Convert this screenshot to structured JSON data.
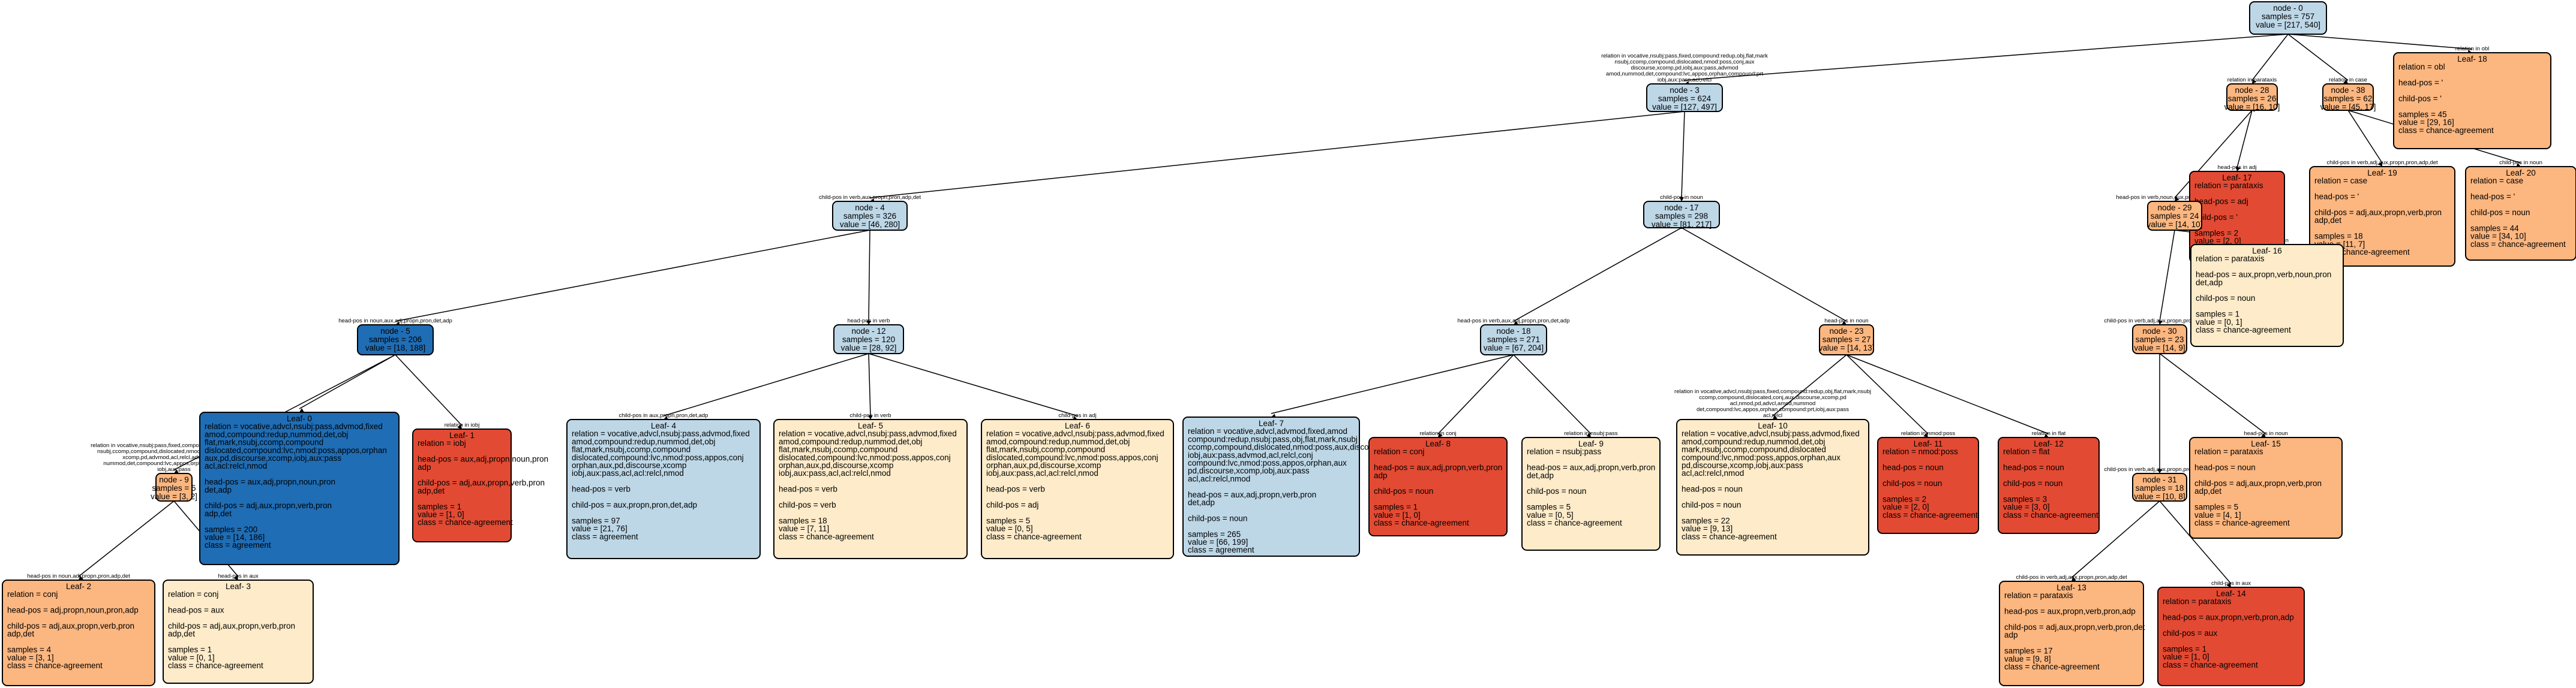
{
  "colors": {
    "agreement_dark": "#1f6db5",
    "agreement_light": "#bdd7e7",
    "chance_light": "#fdebc9",
    "chance_medium": "#fcb67f",
    "chance_dark": "#e34a33",
    "border": "#000000"
  },
  "nodes": [
    {
      "id": "n0",
      "color": "#bdd7e7",
      "lines": [
        "node - 0",
        "samples = 757",
        "value = [217, 540]"
      ]
    },
    {
      "id": "n3",
      "color": "#bdd7e7",
      "lines": [
        "node - 3",
        "samples = 624",
        "value = [127, 497]"
      ]
    },
    {
      "id": "n28",
      "color": "#fcb67f",
      "lines": [
        "node - 28",
        "samples = 26",
        "value = [16, 10]"
      ]
    },
    {
      "id": "n38",
      "color": "#fcb67f",
      "lines": [
        "node - 38",
        "samples = 62",
        "value = [45, 17]"
      ]
    },
    {
      "id": "l18",
      "color": "#fcb67f",
      "lines": [
        "Leaf- 18",
        "relation = obl",
        "",
        "head-pos = '",
        "",
        "child-pos = '",
        "",
        "samples = 45",
        "value = [29, 16]",
        "class = chance-agreement"
      ]
    },
    {
      "id": "n4",
      "color": "#bdd7e7",
      "lines": [
        "node - 4",
        "samples = 326",
        "value = [46, 280]"
      ]
    },
    {
      "id": "n17",
      "color": "#bdd7e7",
      "lines": [
        "node - 17",
        "samples = 298",
        "value = [81, 217]"
      ]
    },
    {
      "id": "l17",
      "color": "#e34a33",
      "lines": [
        "Leaf- 17",
        "relation = parataxis",
        "",
        "head-pos = adj",
        "",
        "child-pos = '",
        "",
        "samples = 2",
        "value = [2, 0]",
        "class = chance-agreement"
      ]
    },
    {
      "id": "n29",
      "color": "#fcb67f",
      "lines": [
        "node - 29",
        "samples = 24",
        "value = [14, 10]"
      ]
    },
    {
      "id": "l19",
      "color": "#fcb67f",
      "lines": [
        "Leaf- 19",
        "relation = case",
        "",
        "head-pos = '",
        "",
        "child-pos = adj,aux,propn,verb,pron",
        "adp,det",
        "",
        "samples = 18",
        "value = [11, 7]",
        "class = chance-agreement"
      ]
    },
    {
      "id": "l20",
      "color": "#fcb67f",
      "lines": [
        "Leaf- 20",
        "relation = case",
        "",
        "head-pos = '",
        "",
        "child-pos = noun",
        "",
        "samples = 44",
        "value = [34, 10]",
        "class = chance-agreement"
      ]
    },
    {
      "id": "n5",
      "color": "#1f6db5",
      "lines": [
        "node - 5",
        "samples = 206",
        "value = [18, 188]"
      ]
    },
    {
      "id": "n12",
      "color": "#bdd7e7",
      "lines": [
        "node - 12",
        "samples = 120",
        "value = [28, 92]"
      ]
    },
    {
      "id": "n18",
      "color": "#bdd7e7",
      "lines": [
        "node - 18",
        "samples = 271",
        "value = [67, 204]"
      ]
    },
    {
      "id": "n23",
      "color": "#fcb67f",
      "lines": [
        "node - 23",
        "samples = 27",
        "value = [14, 13]"
      ]
    },
    {
      "id": "n30",
      "color": "#fcb67f",
      "lines": [
        "node - 30",
        "samples = 23",
        "value = [14, 9]"
      ]
    },
    {
      "id": "l16",
      "color": "#fdebc9",
      "lines": [
        "Leaf- 16",
        "relation = parataxis",
        "",
        "head-pos = aux,propn,verb,noun,pron",
        "det,adp",
        "",
        "child-pos = noun",
        "",
        "samples = 1",
        "value = [0, 1]",
        "class = chance-agreement"
      ]
    },
    {
      "id": "n9",
      "color": "#fcb67f",
      "lines": [
        "node - 9",
        "samples = 5",
        "value = [3, 2]"
      ]
    },
    {
      "id": "l0",
      "color": "#1f6db5",
      "lines": [
        "Leaf- 0",
        "relation = vocative,advcl,nsubj:pass,advmod,fixed",
        "amod,compound:redup,nummod,det,obj",
        "flat,mark,nsubj,ccomp,compound",
        "dislocated,compound:lvc,nmod:poss,appos,orphan",
        "aux,pd,discourse,xcomp,iobj,aux:pass",
        "acl,acl:relcl,nmod",
        "",
        "head-pos = aux,adj,propn,noun,pron",
        "det,adp",
        "",
        "child-pos = adj,aux,propn,verb,pron",
        "adp,det",
        "",
        "samples = 200",
        "value = [14, 186]",
        "class = agreement"
      ]
    },
    {
      "id": "l1",
      "color": "#e34a33",
      "lines": [
        "Leaf- 1",
        "relation = iobj",
        "",
        "head-pos = aux,adj,propn,noun,pron",
        "adp",
        "",
        "child-pos = adj,aux,propn,verb,pron",
        "adp,det",
        "",
        "samples = 1",
        "value = [1, 0]",
        "class = chance-agreement"
      ]
    },
    {
      "id": "l4",
      "color": "#bdd7e7",
      "lines": [
        "Leaf- 4",
        "relation = vocative,advcl,nsubj:pass,advmod,fixed",
        "amod,compound:redup,nummod,det,obj",
        "flat,mark,nsubj,ccomp,compound",
        "dislocated,compound:lvc,nmod:poss,appos,conj",
        "orphan,aux,pd,discourse,xcomp",
        "iobj,aux:pass,acl,acl:relcl,nmod",
        "",
        "head-pos = verb",
        "",
        "child-pos = aux,propn,pron,det,adp",
        "",
        "samples = 97",
        "value = [21, 76]",
        "class = agreement"
      ]
    },
    {
      "id": "l5",
      "color": "#fdebc9",
      "lines": [
        "Leaf- 5",
        "relation = vocative,advcl,nsubj:pass,advmod,fixed",
        "amod,compound:redup,nummod,det,obj",
        "flat,mark,nsubj,ccomp,compound",
        "dislocated,compound:lvc,nmod:poss,appos,conj",
        "orphan,aux,pd,discourse,xcomp",
        "iobj,aux:pass,acl,acl:relcl,nmod",
        "",
        "head-pos = verb",
        "",
        "child-pos = verb",
        "",
        "samples = 18",
        "value = [7, 11]",
        "class = chance-agreement"
      ]
    },
    {
      "id": "l6",
      "color": "#fdebc9",
      "lines": [
        "Leaf- 6",
        "relation = vocative,advcl,nsubj:pass,advmod,fixed",
        "amod,compound:redup,nummod,det,obj",
        "flat,mark,nsubj,ccomp,compound",
        "dislocated,compound:lvc,nmod:poss,appos,conj",
        "orphan,aux,pd,discourse,xcomp",
        "iobj,aux:pass,acl,acl:relcl,nmod",
        "",
        "head-pos = verb",
        "",
        "child-pos = adj",
        "",
        "samples = 5",
        "value = [0, 5]",
        "class = chance-agreement"
      ]
    },
    {
      "id": "l7",
      "color": "#bdd7e7",
      "lines": [
        "Leaf- 7",
        "relation = vocative,advcl,advmod,fixed,amod",
        "compound:redup,nsubj:pass,obj,flat,mark,nsubj",
        "ccomp,compound,dislocated,nmod:poss,aux,discourse,xcomp",
        "iobj,aux:pass,advmod,acl,relcl,conj",
        "compound:lvc,nmod:poss,appos,orphan,aux",
        "pd,discourse,xcomp,iobj,aux:pass",
        "acl,acl:relcl,nmod",
        "",
        "head-pos = aux,adj,propn,verb,pron",
        "det,adp",
        "",
        "child-pos = noun",
        "",
        "samples = 265",
        "value = [66, 199]",
        "class = agreement"
      ]
    },
    {
      "id": "l8",
      "color": "#e34a33",
      "lines": [
        "Leaf- 8",
        "relation = conj",
        "",
        "head-pos = aux,adj,propn,verb,pron",
        "adp",
        "",
        "child-pos = noun",
        "",
        "samples = 1",
        "value = [1, 0]",
        "class = chance-agreement"
      ]
    },
    {
      "id": "l9",
      "color": "#fdebc9",
      "lines": [
        "Leaf- 9",
        "relation = nsubj:pass",
        "",
        "head-pos = aux,adj,propn,verb,pron",
        "det,adp",
        "",
        "child-pos = noun",
        "",
        "samples = 5",
        "value = [0, 5]",
        "class = chance-agreement"
      ]
    },
    {
      "id": "l10",
      "color": "#fdebc9",
      "lines": [
        "Leaf- 10",
        "relation = vocative,advcl,nsubj:pass,advmod,fixed",
        "amod,compound:redup,nummod,det,obj",
        "mark,nsubj,ccomp,compound,dislocated",
        "compound:lvc,nmod:poss,appos,orphan,aux",
        "pd,discourse,xcomp,iobj,aux:pass",
        "acl,acl:relcl,nmod",
        "",
        "head-pos = noun",
        "",
        "child-pos = noun",
        "",
        "samples = 22",
        "value = [9, 13]",
        "class = chance-agreement"
      ]
    },
    {
      "id": "l11",
      "color": "#e34a33",
      "lines": [
        "Leaf- 11",
        "relation = nmod:poss",
        "",
        "head-pos = noun",
        "",
        "child-pos = noun",
        "",
        "samples = 2",
        "value = [2, 0]",
        "class = chance-agreement"
      ]
    },
    {
      "id": "l12",
      "color": "#e34a33",
      "lines": [
        "Leaf- 12",
        "relation = flat",
        "",
        "head-pos = noun",
        "",
        "child-pos = noun",
        "",
        "samples = 3",
        "value = [3, 0]",
        "class = chance-agreement"
      ]
    },
    {
      "id": "n31",
      "color": "#fcb67f",
      "lines": [
        "node - 31",
        "samples = 18",
        "value = [10, 8]"
      ]
    },
    {
      "id": "l15",
      "color": "#fcb67f",
      "lines": [
        "Leaf- 15",
        "relation = parataxis",
        "",
        "head-pos = noun",
        "",
        "child-pos = adj,aux,propn,verb,pron",
        "adp,det",
        "",
        "samples = 5",
        "value = [4, 1]",
        "class = chance-agreement"
      ]
    },
    {
      "id": "l2",
      "color": "#fcb67f",
      "lines": [
        "Leaf- 2",
        "relation = conj",
        "",
        "head-pos = adj,propn,noun,pron,adp",
        "",
        "child-pos = adj,aux,propn,verb,pron",
        "adp,det",
        "",
        "samples = 4",
        "value = [3, 1]",
        "class = chance-agreement"
      ]
    },
    {
      "id": "l3",
      "color": "#fdebc9",
      "lines": [
        "Leaf- 3",
        "relation = conj",
        "",
        "head-pos = aux",
        "",
        "child-pos = adj,aux,propn,verb,pron",
        "adp,det",
        "",
        "samples = 1",
        "value = [0, 1]",
        "class = chance-agreement"
      ]
    },
    {
      "id": "l13",
      "color": "#fcb67f",
      "lines": [
        "Leaf- 13",
        "relation = parataxis",
        "",
        "head-pos = aux,propn,verb,pron,adp",
        "",
        "child-pos = adj,aux,propn,verb,pron,det",
        "adp",
        "",
        "samples = 17",
        "value = [9, 8]",
        "class = chance-agreement"
      ]
    },
    {
      "id": "l14",
      "color": "#e34a33",
      "lines": [
        "Leaf- 14",
        "relation = parataxis",
        "",
        "head-pos = aux,propn,verb,pron,adp",
        "",
        "child-pos = aux",
        "",
        "samples = 1",
        "value = [1, 0]",
        "class = chance-agreement"
      ]
    }
  ],
  "edges": [
    {
      "from": "n0",
      "to": "n3",
      "label": [
        "relation in vocative,nsubj:pass,fixed,compound:redup,obj,flat,mark",
        "nsubj,ccomp,compound,dislocated,nmod:poss,conj,aux",
        "discourse,xcomp,pd,iobj,aux:pass,advmod",
        "amod,nummod,det,compound:lvc,appos,orphan,compound:prt",
        "iobj,aux:pass,acl,relcl"
      ]
    },
    {
      "from": "n0",
      "to": "n28",
      "label": [
        "relation in parataxis"
      ]
    },
    {
      "from": "n0",
      "to": "n38",
      "label": [
        "relation in case"
      ]
    },
    {
      "from": "n0",
      "to": "l18",
      "label": [
        "relation in obl"
      ]
    },
    {
      "from": "n3",
      "to": "n4",
      "label": [
        "child-pos in verb,aux,propn,pron,adp,det"
      ]
    },
    {
      "from": "n3",
      "to": "n17",
      "label": [
        "child-pos in noun"
      ]
    },
    {
      "from": "n28",
      "to": "n29",
      "label": [
        "head-pos in verb,noun,aux,propn,pron,det,adp"
      ]
    },
    {
      "from": "n28",
      "to": "l17",
      "label": [
        "head-pos in adj"
      ]
    },
    {
      "from": "n38",
      "to": "l19",
      "label": [
        "child-pos in verb,adj,aux,propn,pron,adp,det"
      ]
    },
    {
      "from": "n38",
      "to": "l20",
      "label": [
        "child-pos in noun"
      ]
    },
    {
      "from": "n4",
      "to": "n5",
      "label": [
        "head-pos in noun,aux,adj,propn,pron,det,adp"
      ]
    },
    {
      "from": "n4",
      "to": "n12",
      "label": [
        "head-pos in verb"
      ]
    },
    {
      "from": "n17",
      "to": "n18",
      "label": [
        "head-pos in verb,aux,adj,propn,pron,det,adp"
      ]
    },
    {
      "from": "n17",
      "to": "n23",
      "label": [
        "head-pos in noun"
      ]
    },
    {
      "from": "n29",
      "to": "n30",
      "label": [
        "child-pos in verb,adj,aux,propn,pron,adp,det"
      ]
    },
    {
      "from": "n29",
      "to": "l16",
      "label": [
        "child-pos in noun"
      ]
    },
    {
      "from": "n5",
      "to": "n9",
      "label": [
        "relation in vocative,nsubj:pass,fixed,compound:redup,obj,flat,mark",
        "nsubj,ccomp,compound,dislocated,nmod:poss,aux,discourse",
        "xcomp,pd,advmod,acl,relcl,advmod,fixed",
        "nummod,det,compound:lvc,appos,orphan,compound:prt",
        "iobj,aux:pass"
      ]
    },
    {
      "from": "n5",
      "to": "l0",
      "label": []
    },
    {
      "from": "n5",
      "to": "l1",
      "label": [
        "relation in iobj"
      ]
    },
    {
      "from": "n12",
      "to": "l4",
      "label": [
        "child-pos in aux,propn,pron,det,adp"
      ]
    },
    {
      "from": "n12",
      "to": "l5",
      "label": [
        "child-pos in verb"
      ]
    },
    {
      "from": "n12",
      "to": "l6",
      "label": [
        "child-pos in adj"
      ]
    },
    {
      "from": "n18",
      "to": "l7",
      "label": []
    },
    {
      "from": "n18",
      "to": "l8",
      "label": [
        "relation in conj"
      ]
    },
    {
      "from": "n18",
      "to": "l9",
      "label": [
        "relation in nsubj:pass"
      ]
    },
    {
      "from": "n23",
      "to": "l10",
      "label": [
        "relation in vocative,advcl,nsubj:pass,fixed,compound:redup,obj,flat,mark,nsubj",
        "ccomp,compound,dislocated,conj,aux,discourse,xcomp,pd",
        "acl,nmod,pd,advcl,amod,nummod",
        "det,compound:lvc,appos,orphan,compound:prt,iobj,aux:pass",
        "acl,relcl"
      ]
    },
    {
      "from": "n23",
      "to": "l11",
      "label": [
        "relation in nmod:poss"
      ]
    },
    {
      "from": "n23",
      "to": "l12",
      "label": [
        "relation in flat"
      ]
    },
    {
      "from": "n30",
      "to": "n31",
      "label": [
        "child-pos in verb,adj,aux,propn,pron,adp,det"
      ]
    },
    {
      "from": "n30",
      "to": "l15",
      "label": [
        "head-pos in noun"
      ]
    },
    {
      "from": "n9",
      "to": "l2",
      "label": [
        "head-pos in noun,adj,propn,pron,adp,det"
      ]
    },
    {
      "from": "n9",
      "to": "l3",
      "label": [
        "head-pos in aux"
      ]
    },
    {
      "from": "n31",
      "to": "l13",
      "label": [
        "child-pos in verb,adj,aux,propn,pron,adp,det"
      ]
    },
    {
      "from": "n31",
      "to": "l14",
      "label": [
        "child-pos in aux"
      ]
    }
  ]
}
